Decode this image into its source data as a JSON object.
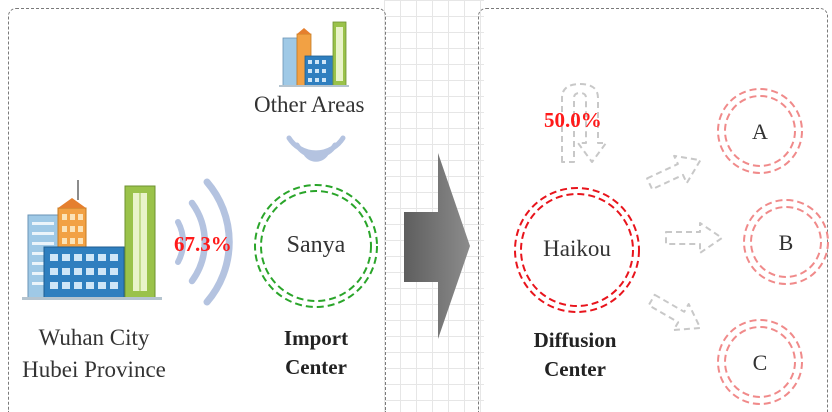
{
  "diagram": {
    "source": {
      "line1": "Wuhan City",
      "line2": "Hubei Province",
      "icon": "city-buildings-icon"
    },
    "other_areas": {
      "label": "Other Areas",
      "icon": "city-buildings-icon"
    },
    "import_center": {
      "node_label": "Sanya",
      "title_line1": "Import",
      "title_line2": "Center",
      "percentage": "67.3%"
    },
    "diffusion_center": {
      "node_label": "Haikou",
      "title_line1": "Diffusion",
      "title_line2": "Center",
      "percentage": "50.0%"
    },
    "targets": [
      "A",
      "B",
      "C"
    ],
    "colors": {
      "import_ring": "#2aa52a",
      "diffusion_ring": "#e8141c",
      "target_ring": "#f08a8a",
      "signal_waves": "#b4c3e0",
      "percent": "#ff1a1a",
      "transition_arrow": "#707070",
      "flow_arrows": "#c8c8c8"
    }
  }
}
